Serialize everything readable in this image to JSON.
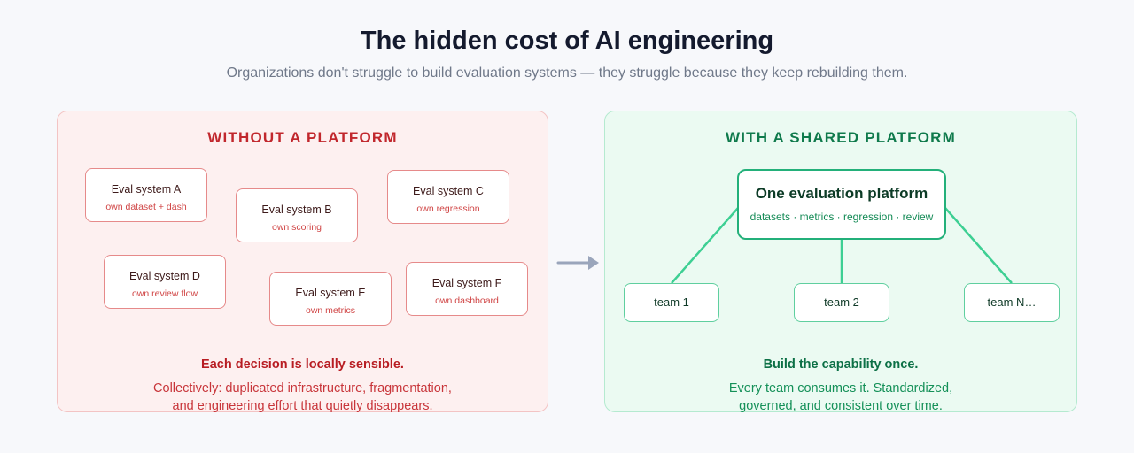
{
  "header": {
    "title": "The hidden cost of AI engineering",
    "subtitle": "Organizations don't struggle to build evaluation systems — they struggle because they keep rebuilding them."
  },
  "left": {
    "heading": "WITHOUT A PLATFORM",
    "systems": [
      {
        "name": "Eval system A",
        "detail": "own dataset + dash"
      },
      {
        "name": "Eval system B",
        "detail": "own scoring"
      },
      {
        "name": "Eval system C",
        "detail": "own regression"
      },
      {
        "name": "Eval system D",
        "detail": "own review flow"
      },
      {
        "name": "Eval system E",
        "detail": "own metrics"
      },
      {
        "name": "Eval system F",
        "detail": "own dashboard"
      }
    ],
    "note_title": "Each decision is locally sensible.",
    "note_lines": [
      "Collectively: duplicated infrastructure, fragmentation,",
      "and engineering effort that quietly disappears."
    ]
  },
  "right": {
    "heading": "WITH A SHARED PLATFORM",
    "platform_title": "One evaluation platform",
    "platform_subtitle": "datasets · metrics · regression · review",
    "teams": [
      "team 1",
      "team 2",
      "team N…"
    ],
    "note_title": "Build the capability once.",
    "note_lines": [
      "Every team consumes it. Standardized,",
      "governed, and consistent over time."
    ]
  },
  "colors": {
    "left_accent": "#c1272d",
    "right_accent": "#0f7a4c",
    "arrow": "#9aa5bb"
  },
  "icons": {
    "transition": "arrow-right-icon"
  }
}
